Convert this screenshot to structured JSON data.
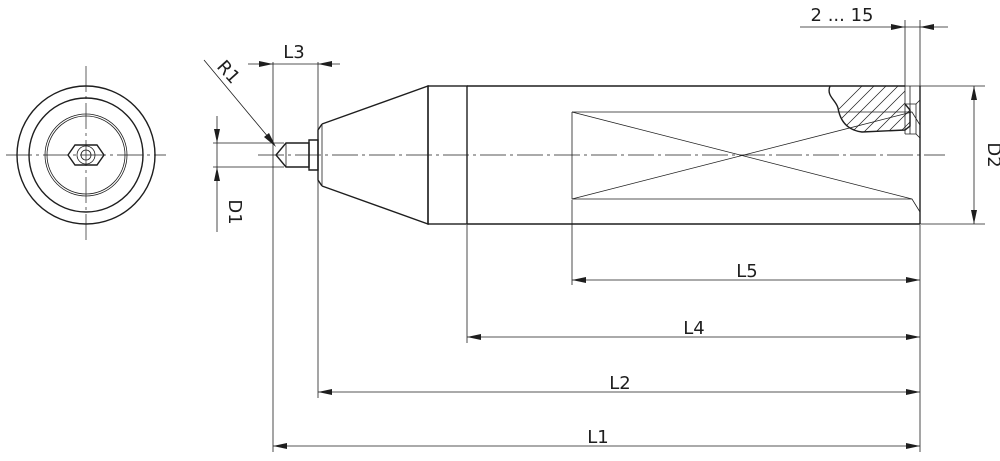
{
  "drawing": {
    "title": "",
    "line_color": "#1e1e1e",
    "background": "#ffffff"
  },
  "dimensions": {
    "l1": "L1",
    "l2": "L2",
    "l3": "L3",
    "l4": "L4",
    "l5": "L5",
    "d1": "D1",
    "d2": "D2",
    "r1": "R1",
    "range": "2 ... 15"
  }
}
